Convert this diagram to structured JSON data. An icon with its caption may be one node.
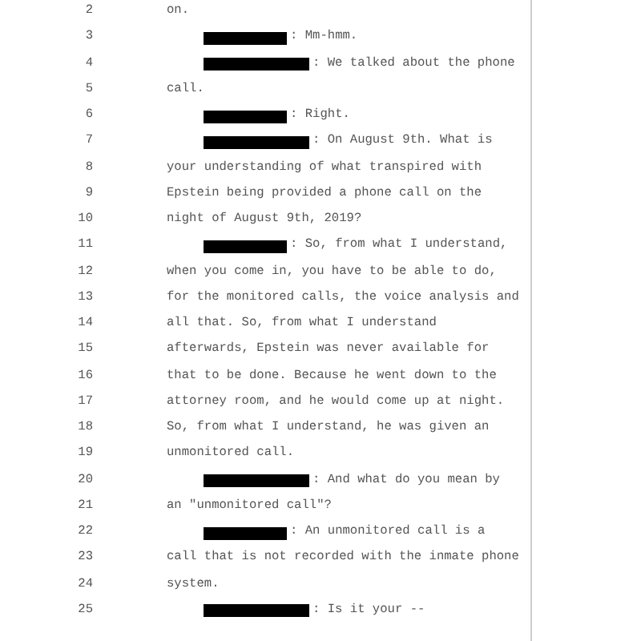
{
  "diagram": {
    "labels": [
      "2",
      "on.",
      "3",
      ": Mm-hmm.",
      "4",
      ": We talked about the phone",
      "5",
      "call.",
      "6",
      ": Right.",
      "7",
      ": On August 9th. What is",
      "8",
      "your understanding of what transpired with",
      "9",
      "Epstein being provided a phone call on the",
      "10",
      "night of August 9th, 2019?",
      "11",
      ": So, from what I understand,",
      "12",
      "when you come in, you have to be able to do,",
      "13",
      "for the monitored calls, the voice analysis and",
      "14",
      "all that. So, from what I understand",
      "15",
      "afterwards, Epstein was never available for",
      "16",
      "that to be done. Because he went down to the",
      "17",
      "attorney room, and he would come up at night.",
      "18",
      "So, from what I understand, he was given an",
      "19",
      "unmonitored call.",
      "20",
      ": And what do you mean by",
      "21",
      "an \"unmonitored call\"?",
      "22",
      ": An unmonitored call is a",
      "23",
      "call that is not recorded with the inmate phone",
      "24",
      "system.",
      "25",
      ": Is it your --"
    ]
  }
}
